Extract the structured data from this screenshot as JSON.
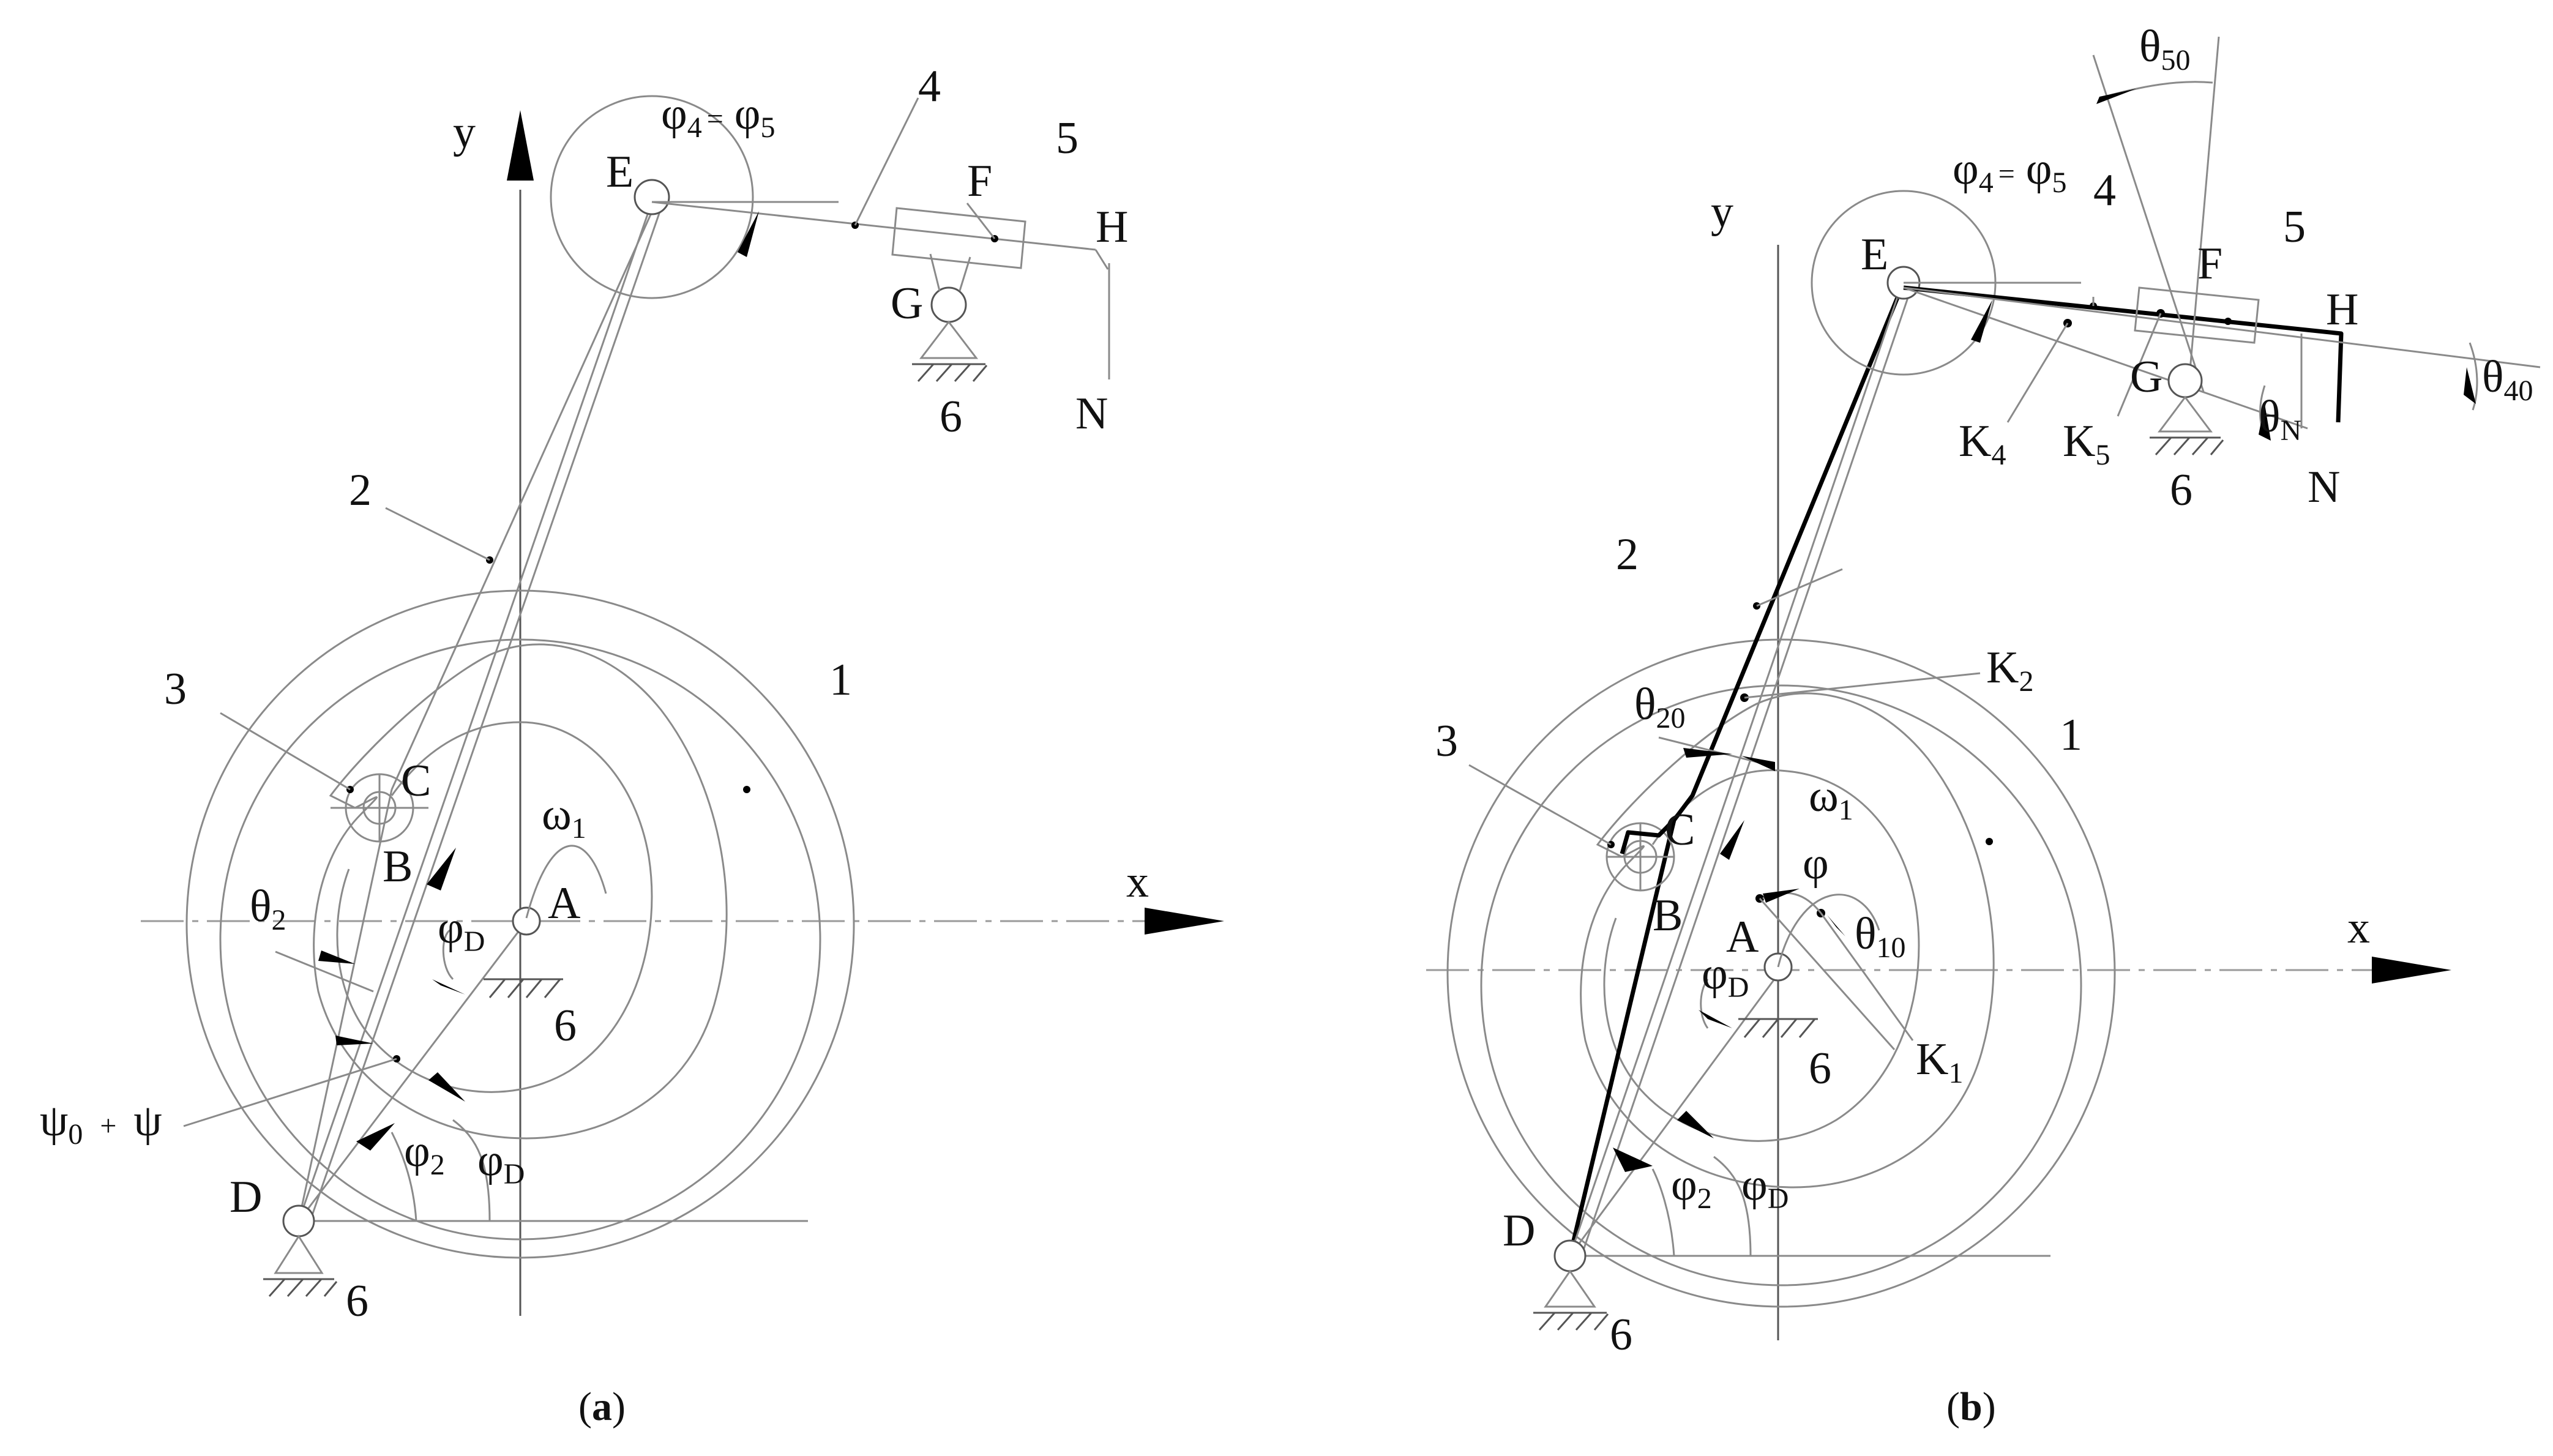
{
  "panel_a": {
    "caption_open": "(",
    "caption_letter": "a",
    "caption_close": ")",
    "labels": {
      "y": "y",
      "x": "x",
      "A": "A",
      "B": "B",
      "C": "C",
      "D": "D",
      "E": "E",
      "F": "F",
      "G": "G",
      "H": "H",
      "N": "N",
      "link1": "1",
      "link2": "2",
      "link3": "3",
      "link4": "4",
      "link5": "5",
      "ground_A": "6",
      "ground_D": "6",
      "ground_G": "6"
    },
    "symbols": {
      "phi4": "φ",
      "phi4_sub": "4",
      "eq": "=",
      "phi5": "φ",
      "phi5_sub": "5",
      "omega1": "ω",
      "omega1_sub": "1",
      "theta2": "θ",
      "theta2_sub": "2",
      "phiD_upper": "φ",
      "phiD_upper_sub": "D",
      "phiD_lower": "φ",
      "phiD_lower_sub": "D",
      "phi2": "φ",
      "phi2_sub": "2",
      "psi0": "ψ",
      "psi0_sub": "0",
      "plus": "+",
      "psi": "ψ"
    }
  },
  "panel_b": {
    "caption_open": "(",
    "caption_letter": "b",
    "caption_close": ")",
    "labels": {
      "y": "y",
      "x": "x",
      "A": "A",
      "B": "B",
      "C": "C",
      "D": "D",
      "E": "E",
      "F": "F",
      "G": "G",
      "H": "H",
      "N": "N",
      "link1": "1",
      "link2": "2",
      "link3": "3",
      "link4": "4",
      "link5": "5",
      "ground_A": "6",
      "ground_D": "6",
      "ground_G": "6",
      "K1": "K",
      "K1_sub": "1",
      "K2": "K",
      "K2_sub": "2",
      "K4": "K",
      "K4_sub": "4",
      "K5": "K",
      "K5_sub": "5"
    },
    "symbols": {
      "phi4": "φ",
      "phi4_sub": "4",
      "eq": "=",
      "phi5": "φ",
      "phi5_sub": "5",
      "omega1": "ω",
      "omega1_sub": "1",
      "phi": "φ",
      "theta10": "θ",
      "theta10_sub": "10",
      "theta20": "θ",
      "theta20_sub": "20",
      "theta40": "θ",
      "theta40_sub": "40",
      "theta50": "θ",
      "theta50_sub": "50",
      "thetaN": "θ",
      "thetaN_sub": "N",
      "phiD_upper": "φ",
      "phiD_upper_sub": "D",
      "phiD_lower": "φ",
      "phiD_lower_sub": "D",
      "phi2": "φ",
      "phi2_sub": "2"
    }
  }
}
